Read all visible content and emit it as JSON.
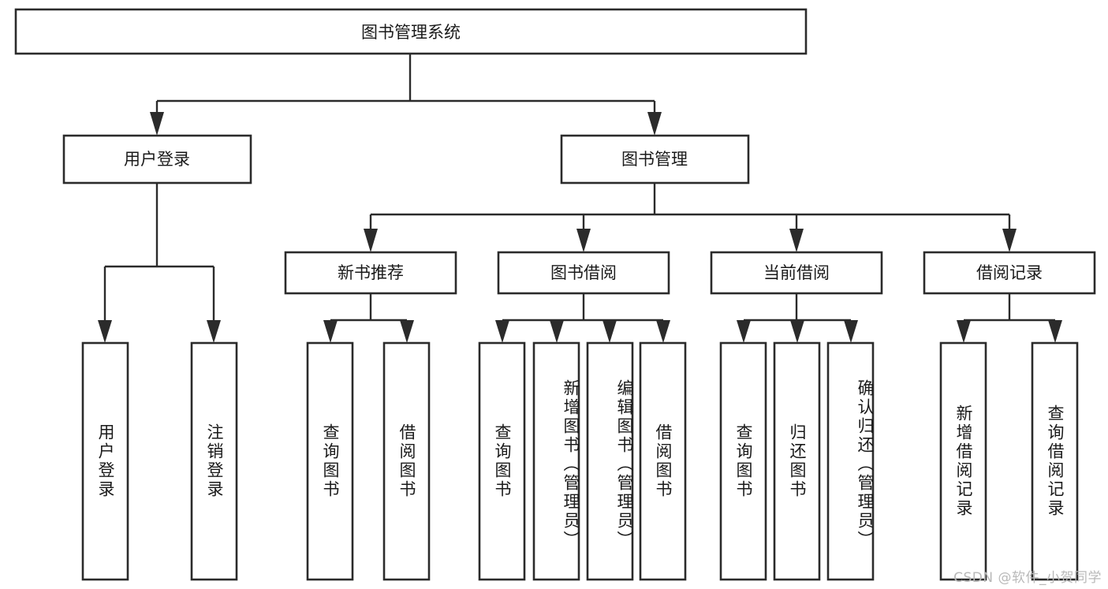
{
  "diagram": {
    "title": "图书管理系统",
    "type": "tree",
    "orientation": "top-down",
    "colors": {
      "box_stroke": "#2b2b2b",
      "box_fill": "#ffffff",
      "connector": "#2b2b2b",
      "text": "#1a1a1a",
      "background": "#ffffff",
      "watermark": "#b9b9b9"
    },
    "root": {
      "label": "图书管理系统"
    },
    "level2": [
      {
        "label": "用户登录"
      },
      {
        "label": "图书管理"
      }
    ],
    "level3": [
      {
        "label": "新书推荐"
      },
      {
        "label": "图书借阅"
      },
      {
        "label": "当前借阅"
      },
      {
        "label": "借阅记录"
      }
    ],
    "leaves": {
      "user_login": [
        {
          "label": "用户登录"
        },
        {
          "label": "注销登录"
        }
      ],
      "new_book_recommend": [
        {
          "label": "查询图书"
        },
        {
          "label": "借阅图书"
        }
      ],
      "book_borrow": [
        {
          "label": "查询图书"
        },
        {
          "label": "新增图书（管理员）"
        },
        {
          "label": "编辑图书（管理员）"
        },
        {
          "label": "借阅图书"
        }
      ],
      "current_borrow": [
        {
          "label": "查询图书"
        },
        {
          "label": "归还图书"
        },
        {
          "label": "确认归还（管理员）"
        }
      ],
      "borrow_records": [
        {
          "label": "新增借阅记录"
        },
        {
          "label": "查询借阅记录"
        }
      ]
    },
    "watermark": "CSDN @软件_小贺同学"
  }
}
